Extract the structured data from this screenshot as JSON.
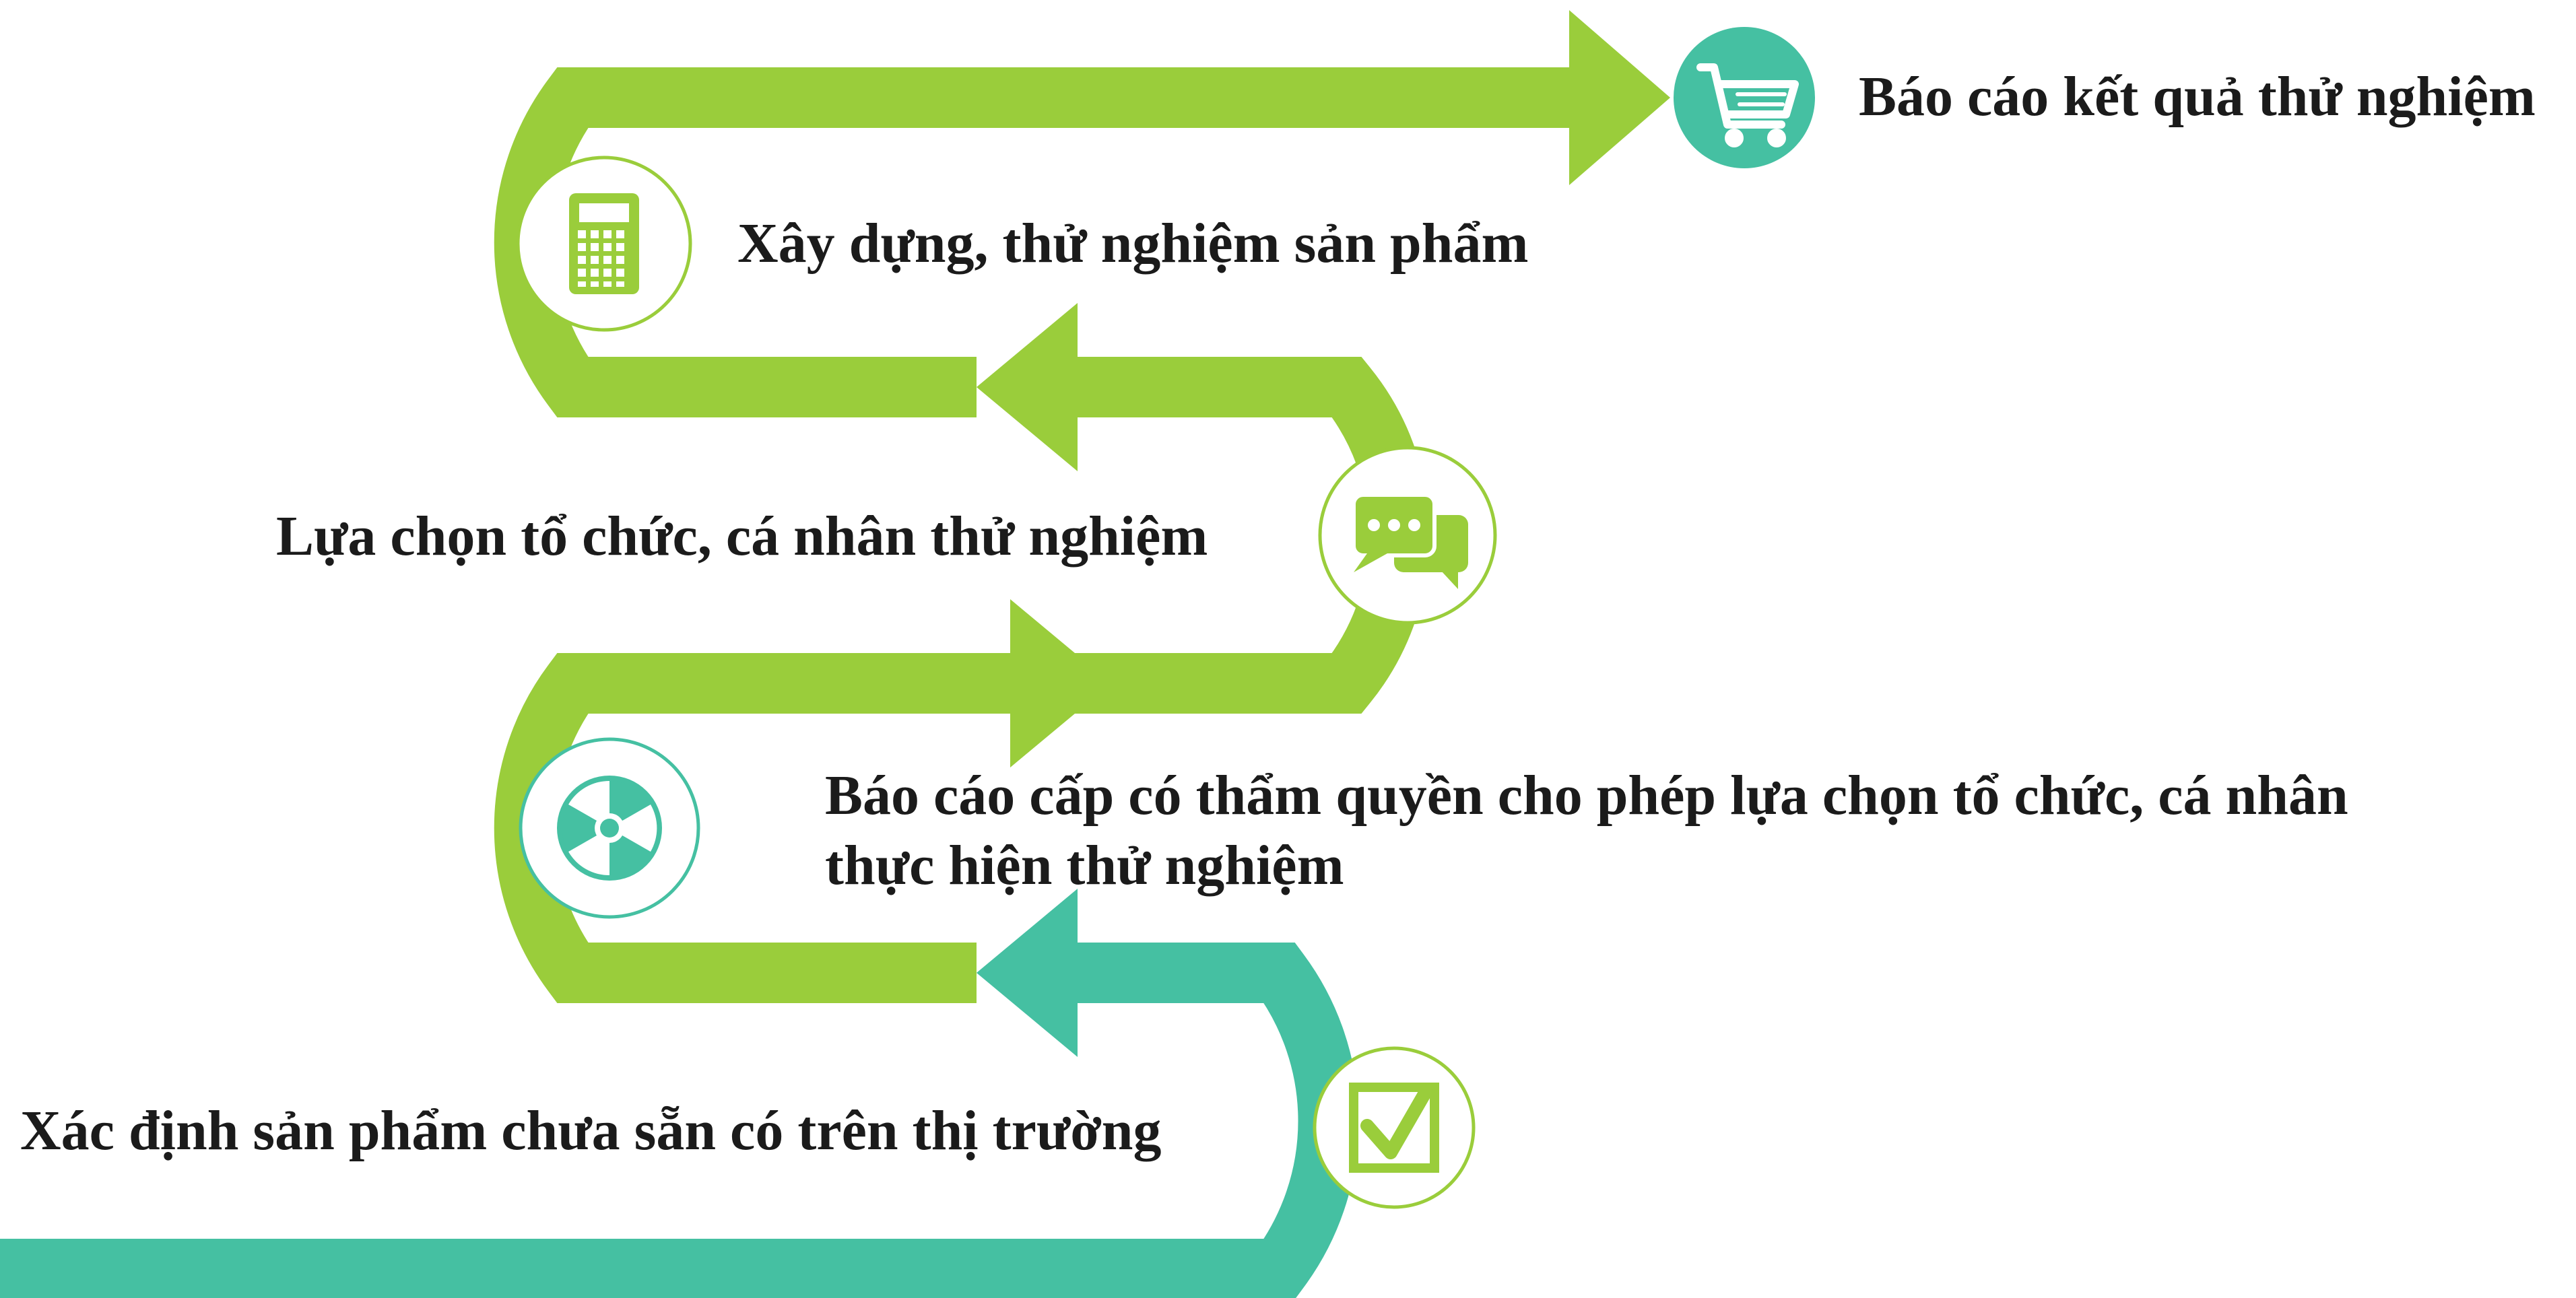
{
  "colors": {
    "green": "#9ACD3B",
    "teal": "#45C0A2",
    "text": "#1b1b1b",
    "background": "#ffffff"
  },
  "steps": [
    {
      "text": "Xác định sản phẩm chưa sẵn có trên thị trường",
      "icon": "checkbox-icon",
      "color": "#45C0A2"
    },
    {
      "text_lines": [
        "Báo cáo cấp có thẩm quyền cho phép lựa chọn tổ chức, cá nhân",
        "thực hiện thử nghiệm"
      ],
      "icon": "radiation-icon",
      "color": "#45C0A2"
    },
    {
      "text": "Lựa chọn tổ chức, cá nhân thử nghiệm",
      "icon": "chat-icon",
      "color": "#9ACD3B"
    },
    {
      "text": "Xây dựng, thử nghiệm sản phẩm",
      "icon": "calculator-icon",
      "color": "#9ACD3B"
    },
    {
      "text": "Báo cáo kết quả thử nghiệm",
      "icon": "shopping-cart-icon",
      "color": "#45C0A2"
    }
  ]
}
